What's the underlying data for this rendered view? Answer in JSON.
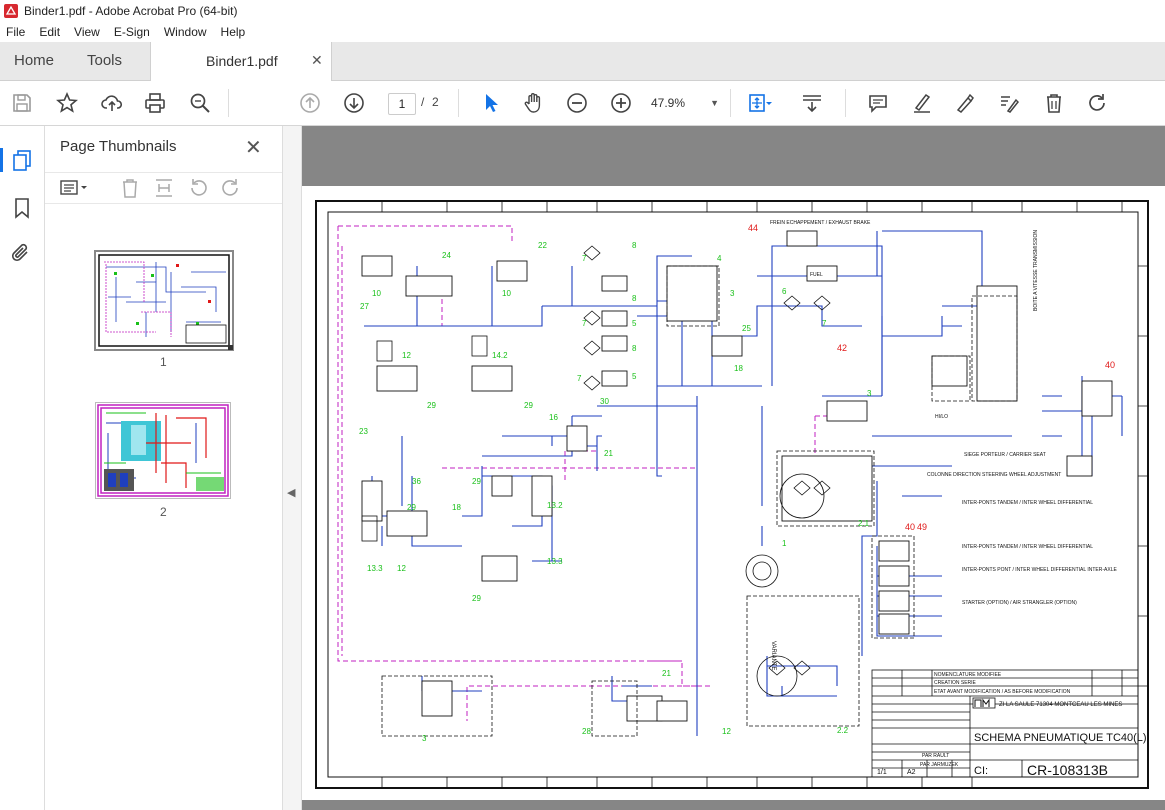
{
  "window": {
    "title": "Binder1.pdf - Adobe Acrobat Pro (64-bit)"
  },
  "menu": [
    "File",
    "Edit",
    "View",
    "E-Sign",
    "Window",
    "Help"
  ],
  "tabs": {
    "home": "Home",
    "tools": "Tools",
    "document": "Binder1.pdf"
  },
  "toolbar": {
    "current_page": "1",
    "separator": "/",
    "total_pages": "2",
    "zoom": "47.9%"
  },
  "panel": {
    "title": "Page Thumbnails",
    "thumb1_label": "1",
    "thumb2_label": "2"
  },
  "drawing": {
    "title_block": {
      "company": "ZI LA SAULE 71304 MONTCEAU LES MINES",
      "title": "SCHEMA PNEUMATIQUE TC40(L)",
      "number": "CR-108313B",
      "ci_label": "CI:",
      "rev1": "NOMENCLATURE MODIFIEE",
      "rev2": "CREATION SERIE",
      "rev_header": "ETAT AVANT MODIFICATION / AS BEFORE MODIFICATION",
      "scale": "1/1",
      "format": "A2",
      "drawn_by": "PAR JARMUZEK",
      "verified": "PAR RAULT"
    },
    "labels": {
      "exhaust_brake": "FREIN ECHAPPEMENT / EXHAUST BRAKE",
      "transmission": "BOITE A VITESSE TRANSMISSION",
      "carrier_seat": "SIEGE PORTEUR / CARRIER SEAT",
      "steering": "COLONNE DIRECTION STEERING WHEEL ADJUSTMENT",
      "diff1": "INTER-PONTS TANDEM / INTER WHEEL DIFFERENTIAL",
      "diff2": "INTER-PONTS TANDEM / INTER WHEEL DIFFERENTIAL",
      "diff3": "INTER-PONTS PONT / INTER WHEEL DIFFERENTIAL INTER-AXLE",
      "starter": "STARTER (OPTION) / AIR STRANGLER (OPTION)",
      "variant": "VARIANTE",
      "fuel": "FUEL",
      "hi_lo": "HI/LO"
    }
  },
  "colors": {
    "accent": "#1473e6",
    "pipe_blue": "#1f3fbf",
    "pipe_magenta": "#c020c0",
    "callout_green": "#19c019",
    "callout_red": "#e01818"
  }
}
